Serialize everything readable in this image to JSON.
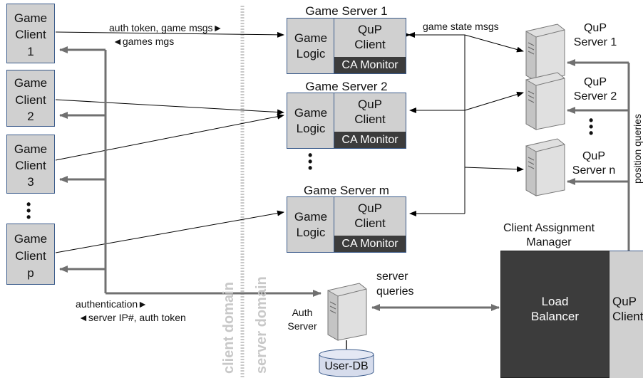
{
  "game_clients": [
    {
      "lines": [
        "Game",
        "Client",
        "1"
      ]
    },
    {
      "lines": [
        "Game",
        "Client",
        "2"
      ]
    },
    {
      "lines": [
        "Game",
        "Client",
        "3"
      ]
    },
    {
      "lines": [
        "Game",
        "Client",
        "p"
      ]
    }
  ],
  "game_servers": [
    {
      "title": "Game Server 1",
      "logic": [
        "Game",
        "Logic"
      ],
      "qup": [
        "QuP",
        "Client"
      ],
      "monitor": "CA Monitor"
    },
    {
      "title": "Game Server 2",
      "logic": [
        "Game",
        "Logic"
      ],
      "qup": [
        "QuP",
        "Client"
      ],
      "monitor": "CA Monitor"
    },
    {
      "title": "Game Server m",
      "logic": [
        "Game",
        "Logic"
      ],
      "qup": [
        "QuP",
        "Client"
      ],
      "monitor": "CA Monitor"
    }
  ],
  "qup_servers": [
    {
      "lines": [
        "QuP",
        "Server 1"
      ]
    },
    {
      "lines": [
        "QuP",
        "Server 2"
      ]
    },
    {
      "lines": [
        "QuP",
        "Server n"
      ]
    }
  ],
  "labels": {
    "auth_token_msgs": "auth token, game msgs►",
    "games_msgs": "◄games mgs",
    "game_state_msgs": "game state msgs",
    "position_queries": "position queries",
    "authentication": "authentication►",
    "server_ip": "◄server IP#, auth token",
    "server_queries": [
      "server",
      "queries"
    ],
    "auth_server": [
      "Auth",
      "Server"
    ],
    "user_db": "User-DB",
    "client_domain": "client domain",
    "server_domain": "server domain"
  },
  "cam": {
    "title": [
      "Client Assignment",
      "Manager"
    ],
    "load_balancer": [
      "Load",
      "Balancer"
    ],
    "qup_client": [
      "QuP",
      "Client"
    ]
  },
  "colors": {
    "box_fill": "#d0d0d0",
    "box_border": "#3a5a8a",
    "dark_fill": "#3c3c3c",
    "gray_arrow": "#707070",
    "domain_text": "#c8c8c8"
  }
}
